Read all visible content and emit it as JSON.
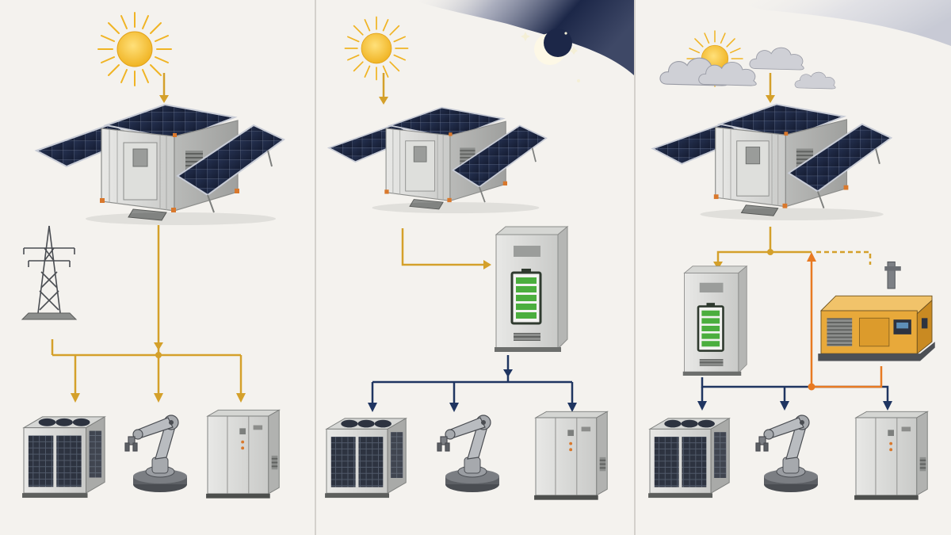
{
  "panels": [
    {
      "scenario": "daytime-solar-direct",
      "sources": [
        "sun",
        "solar-container",
        "power-grid-tower"
      ],
      "loads": [
        "hvac-unit",
        "robotic-arm",
        "electrical-cabinet"
      ]
    },
    {
      "scenario": "night-battery-storage",
      "sources": [
        "sun",
        "moon",
        "solar-container",
        "battery-storage"
      ],
      "loads": [
        "hvac-unit",
        "robotic-arm",
        "electrical-cabinet"
      ]
    },
    {
      "scenario": "cloudy-generator-backup",
      "sources": [
        "sun-behind-clouds",
        "solar-container",
        "battery-storage",
        "diesel-generator"
      ],
      "loads": [
        "hvac-unit",
        "robotic-arm",
        "electrical-cabinet"
      ]
    }
  ],
  "colors": {
    "background": "#f4f2ee",
    "solar_flow": "#d4a02a",
    "battery_flow": "#1f3561",
    "generator_flow": "#e87a22",
    "night_sky": "#1c2748",
    "generator_body": "#e8a93a",
    "divider": "#c9c6c0"
  },
  "icons": [
    "sun-icon",
    "moon-icon",
    "cloud-icon",
    "solar-panel-icon",
    "pylon-icon",
    "battery-icon",
    "generator-icon",
    "hvac-icon",
    "robot-arm-icon",
    "cabinet-icon"
  ]
}
